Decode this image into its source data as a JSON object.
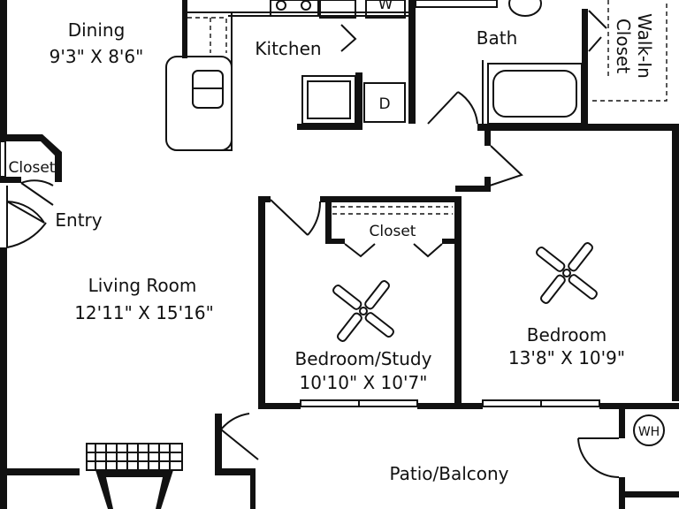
{
  "rooms": {
    "dining": {
      "name": "Dining",
      "size": "9'3\" X 8'6\""
    },
    "kitchen": {
      "name": "Kitchen"
    },
    "bath": {
      "name": "Bath"
    },
    "walk_in_closet": {
      "line1": "Walk-In",
      "line2": "Closet"
    },
    "entry_closet": {
      "name": "Closet"
    },
    "entry": {
      "name": "Entry"
    },
    "living_room": {
      "name": "Living Room",
      "size": "12'11\" X 15'16\""
    },
    "study_closet": {
      "name": "Closet"
    },
    "bedroom_study": {
      "name": "Bedroom/Study",
      "size": "10'10\" X 10'7\""
    },
    "bedroom": {
      "name": "Bedroom",
      "size": "13'8\" X 10'9\""
    },
    "patio": {
      "name": "Patio/Balcony"
    }
  },
  "appliances": {
    "washer": "W",
    "dryer": "D",
    "water_heater": "WH"
  }
}
